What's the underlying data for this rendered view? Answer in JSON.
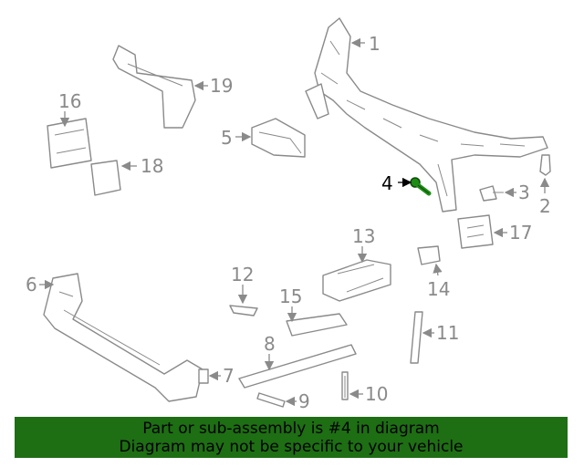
{
  "callouts": [
    "1",
    "2",
    "3",
    "4",
    "5",
    "6",
    "7",
    "8",
    "9",
    "10",
    "11",
    "12",
    "13",
    "14",
    "15",
    "16",
    "17",
    "18",
    "19"
  ],
  "highlighted_callout": "4",
  "colors": {
    "highlight_part": "#1e8c14",
    "banner_bg": "#1e6e14",
    "line_gray": "#8a8a8a"
  },
  "banner": {
    "line1": "Part or sub-assembly is #4 in diagram",
    "line2": "Diagram may not be specific to your vehicle"
  }
}
